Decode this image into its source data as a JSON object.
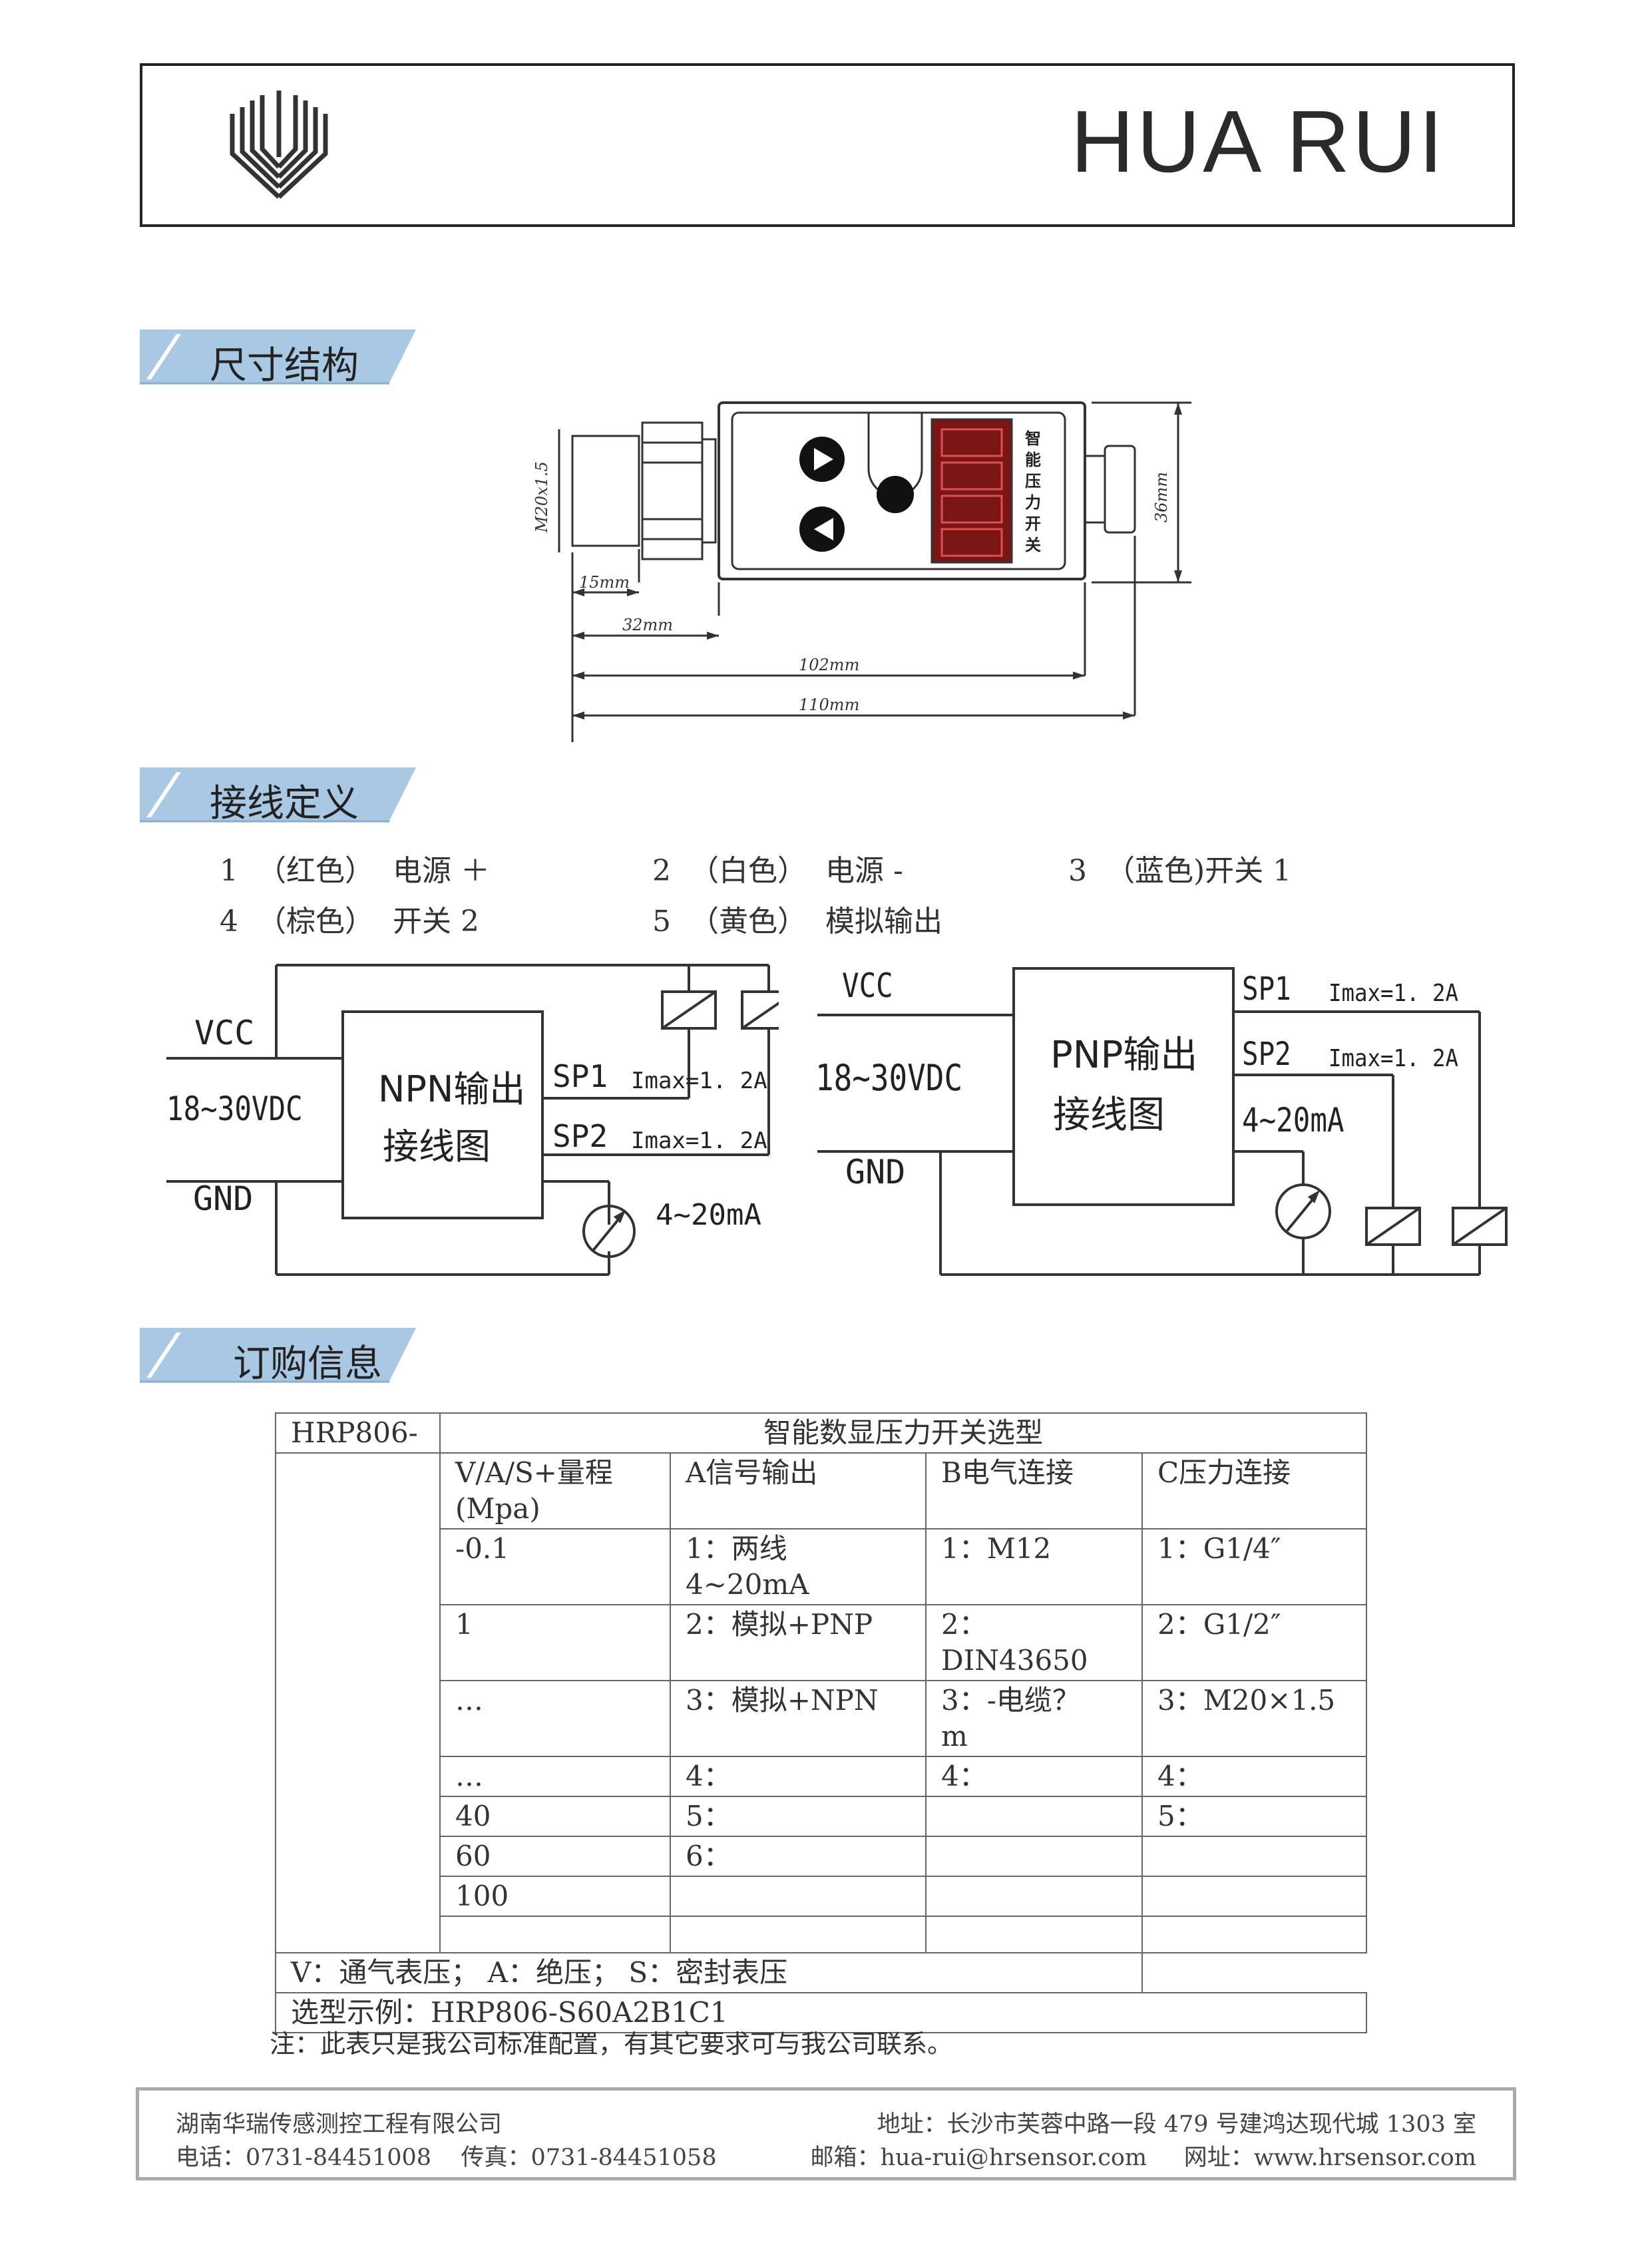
{
  "header": {
    "brand": "HUA RUI"
  },
  "sections": {
    "dimension": "尺寸结构",
    "wiring": "接线定义",
    "ordering": "订购信息"
  },
  "dimensions": {
    "thread": "M20x1.5",
    "d15": "15mm",
    "d32": "32mm",
    "d102": "102mm",
    "d110": "110mm",
    "d36": "36mm",
    "device_label": [
      "智",
      "能",
      "压",
      "力",
      "开",
      "关"
    ]
  },
  "wires": [
    {
      "no": "1",
      "color": "（红色）",
      "func": "电源 ＋"
    },
    {
      "no": "2",
      "color": "（白色）",
      "func": "电源 -"
    },
    {
      "no": "3",
      "color": "（蓝色)",
      "func": "开关 1"
    },
    {
      "no": "4",
      "color": "（棕色）",
      "func": "开关 2"
    },
    {
      "no": "5",
      "color": "（黄色）",
      "func": "模拟输出"
    }
  ],
  "npn": {
    "vcc": "VCC",
    "voltage": "18~30VDC",
    "gnd": "GND",
    "title_line1": "NPN输出",
    "title_line2": "接线图",
    "sp1": "SP1",
    "sp1_imax": "Imax=1. 2A",
    "sp2": "SP2",
    "sp2_imax": "Imax=1. 2A",
    "analog": "4~20mA"
  },
  "pnp": {
    "vcc": "VCC",
    "voltage": "18~30VDC",
    "gnd": "GND",
    "title_line1": "PNP输出",
    "title_line2": "接线图",
    "sp1": "SP1",
    "sp1_imax": "Imax=1. 2A",
    "sp2": "SP2",
    "sp2_imax": "Imax=1. 2A",
    "analog": "4~20mA"
  },
  "table": {
    "model": "HRP806-",
    "title": "智能数显压力开关选型",
    "headers": [
      "V/A/S+量程\n(Mpa)",
      "A信号输出",
      "B电气连接",
      "C压力连接"
    ],
    "rows": [
      [
        "-0.1",
        "1：两线\n4~20mA",
        "1：M12",
        "1：G1/4″"
      ],
      [
        "1",
        "2：模拟+PNP",
        "2：\nDIN43650",
        "2：G1/2″"
      ],
      [
        "…",
        "3：模拟+NPN",
        "3：-电缆？\nm",
        "3：M20×1.5"
      ],
      [
        "…",
        "4：",
        "4：",
        "4："
      ],
      [
        "40",
        "5：",
        "",
        "5："
      ],
      [
        "60",
        "6：",
        "",
        ""
      ],
      [
        "100",
        "",
        "",
        ""
      ],
      [
        "",
        "",
        "",
        ""
      ]
    ],
    "legend": "V：通气表压；  A：绝压；  S：密封表压",
    "example": "选型示例：HRP806-S60A2B1C1"
  },
  "note": "注：此表只是我公司标准配置，有其它要求可与我公司联系。",
  "footer": {
    "company": "湖南华瑞传感测控工程有限公司",
    "phone": "电话：0731-84451008    传真：0731-84451058",
    "address": "地址：长沙市芙蓉中路一段 479 号建鸿达现代城 1303 室",
    "contact": "邮箱：hua-rui@hrsensor.com     网址：www.hrsensor.com"
  }
}
